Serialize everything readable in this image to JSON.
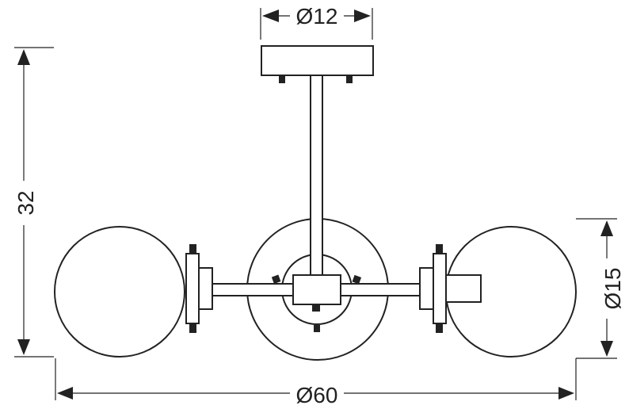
{
  "dimensions": {
    "canopy_diameter": "Ø12",
    "total_height": "32",
    "globe_diameter": "Ø15",
    "total_width": "Ø60"
  }
}
